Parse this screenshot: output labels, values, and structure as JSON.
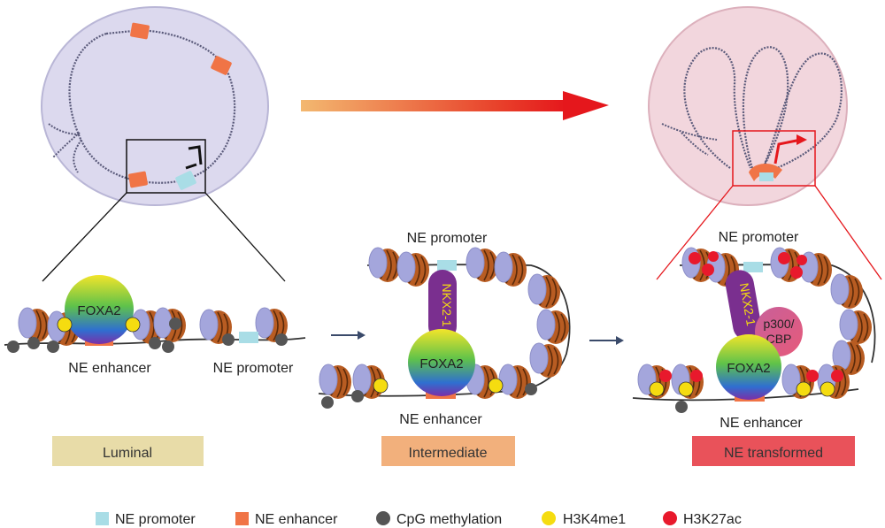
{
  "labels": {
    "ne_enhancer": "NE enhancer",
    "ne_promoter": "NE promoter",
    "foxa2": "FOXA2",
    "nkx21": "NKX2-1",
    "p300_line1": "p300/",
    "p300_line2": "CBP"
  },
  "stages": [
    {
      "label": "Luminal",
      "color": "#e8dca8"
    },
    {
      "label": "Intermediate",
      "color": "#f2b07c"
    },
    {
      "label": "NE transformed",
      "color": "#e9525a"
    }
  ],
  "legend": [
    {
      "label": "NE promoter",
      "color": "#a9dde6",
      "shape": "square"
    },
    {
      "label": "NE enhancer",
      "color": "#f07446",
      "shape": "square"
    },
    {
      "label": "CpG methylation",
      "color": "#555555",
      "shape": "circle"
    },
    {
      "label": "H3K4me1",
      "color": "#f5dc10",
      "shape": "circle"
    },
    {
      "label": "H3K27ac",
      "color": "#e8192c",
      "shape": "circle"
    }
  ],
  "colors": {
    "nucleus_left": "#dcd9ee",
    "nucleus_right": "#f2d6dd",
    "nucleosome_disc": "#a4a6dc",
    "nucleosome_body": "#b85c22",
    "arrow_start": "#f3b870",
    "arrow_end": "#e5171c",
    "dna": "#4a4a6a"
  }
}
